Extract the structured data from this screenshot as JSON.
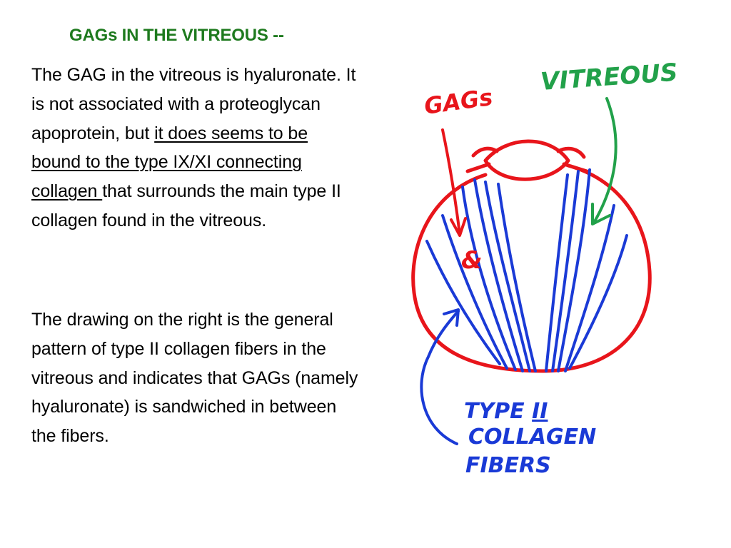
{
  "title": "GAGs IN THE VITREOUS --",
  "paragraph1": {
    "before": "The GAG in the vitreous is hyaluronate. It is not associated with a proteoglycan apoprotein, but ",
    "underlined": "it does seems to be bound to the type IX/XI connecting collagen ",
    "after": "that surrounds the main type II collagen found in the vitreous."
  },
  "paragraph2": "The drawing on the right is the general pattern of type II collagen fibers in the vitreous and indicates that GAGs (namely hyaluronate) is sandwiched in between the fibers.",
  "diagram": {
    "label_vitreous": "VITREOUS",
    "label_gags": "GAGs",
    "label_ampersand": "&",
    "label_type_ii_line1_a": "TYPE ",
    "label_type_ii_line1_b": "II",
    "label_type_ii_line2": "COLLAGEN",
    "label_type_ii_line3": "FIBERS",
    "colors": {
      "globe": "#e8151b",
      "fibers": "#1a3ad6",
      "vitreous": "#22a14a",
      "gags": "#e8151b",
      "title": "#1e7a1e"
    }
  }
}
